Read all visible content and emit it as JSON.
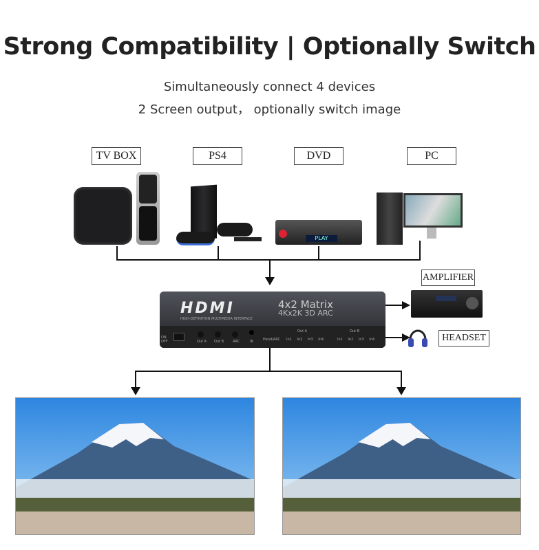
{
  "title": "Strong Compatibility | Optionally Switch",
  "subtitle_lines": [
    "Simultaneously connect 4 devices",
    "2 Screen output， optionally switch image"
  ],
  "sources": [
    {
      "label": "TV BOX"
    },
    {
      "label": "PS4"
    },
    {
      "label": "DVD"
    },
    {
      "label": "PC"
    }
  ],
  "device": {
    "brand": "HDMI",
    "brand_sub": "HIGH-DEFINITION MULTIMEDIA INTERFACE",
    "model_line1": "4x2 Matrix",
    "model_line2": "4Kx2K 3D ARC",
    "front_labels": {
      "power": "ON OFF",
      "out_a": "Out A",
      "out_b": "Out B",
      "arc": "ARC",
      "ir": "IR",
      "hand_arc": "Hand/ARC",
      "group_a": "Out A",
      "group_b": "Out B",
      "inputs": [
        "In1",
        "In2",
        "In3",
        "In4"
      ]
    }
  },
  "audio_outputs": [
    {
      "label": "AMPLIFIER"
    },
    {
      "label": "HEADSET"
    }
  ],
  "dvd_display": "PLAY",
  "colors": {
    "device": "#3a3c40",
    "sky": "#3b8fe0",
    "line": "#111111"
  }
}
